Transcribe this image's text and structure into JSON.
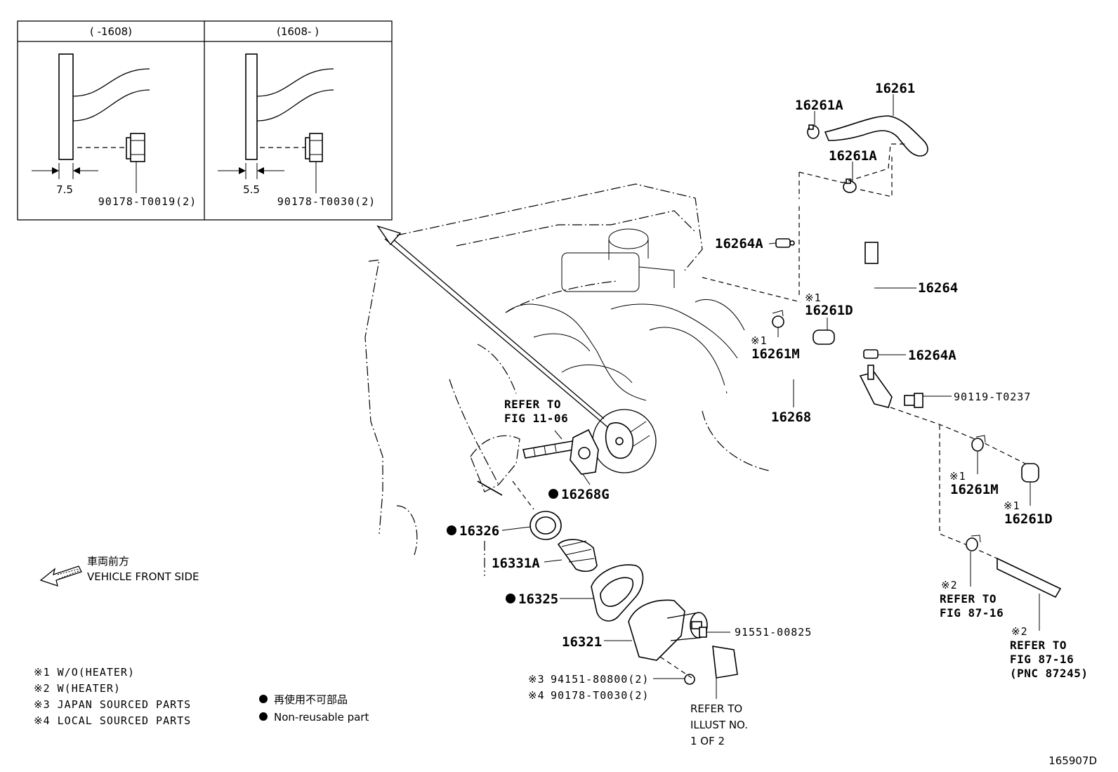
{
  "inset": {
    "left_header": "(      -1608)",
    "right_header": "(1608-      )",
    "left_dimension": "7.5",
    "right_dimension": "5.5",
    "left_part": "90178-T0019(2)",
    "right_part": "90178-T0030(2)"
  },
  "callouts": {
    "p16261": "16261",
    "p16261A_top": "16261A",
    "p16261A_mid": "16261A",
    "p16264A_top": "16264A",
    "p16264": "16264",
    "p16261D_top_mark": "※1",
    "p16261D_top": "16261D",
    "p16261M_top_mark": "※1",
    "p16261M_top": "16261M",
    "p16264A_bottom": "16264A",
    "p90119": "90119-T0237",
    "p16268": "16268",
    "p16268G": "16268G",
    "p16326": "16326",
    "p16331A": "16331A",
    "p16325": "16325",
    "p16321": "16321",
    "p91551": "91551-00825",
    "p94151_mark": "※3",
    "p94151": "94151-80800(2)",
    "p90178_mark": "※4",
    "p90178": "90178-T0030(2)",
    "p16261M_right_mark": "※1",
    "p16261M_right": "16261M",
    "p16261D_right_mark": "※1",
    "p16261D_right": "16261D"
  },
  "references": {
    "fig_11_06": [
      "REFER TO",
      "FIG 11-06"
    ],
    "fig_87_16_a": [
      "※2",
      "REFER TO",
      "FIG 87-16"
    ],
    "fig_87_16_b": [
      "※2",
      "REFER TO",
      "FIG 87-16",
      "(PNC 87245)"
    ],
    "illust": [
      "REFER TO",
      "ILLUST NO.",
      "1 OF 2"
    ]
  },
  "vehicle_front": {
    "jp": "車両前方",
    "en": "VEHICLE FRONT SIDE"
  },
  "notes": [
    "※1 W/O(HEATER)",
    "※2 W(HEATER)",
    "※3 JAPAN SOURCED PARTS",
    "※4 LOCAL SOURCED PARTS"
  ],
  "legend": {
    "jp": "再使用不可部品",
    "en": "Non-reusable part"
  },
  "diagram_id": "165907D"
}
